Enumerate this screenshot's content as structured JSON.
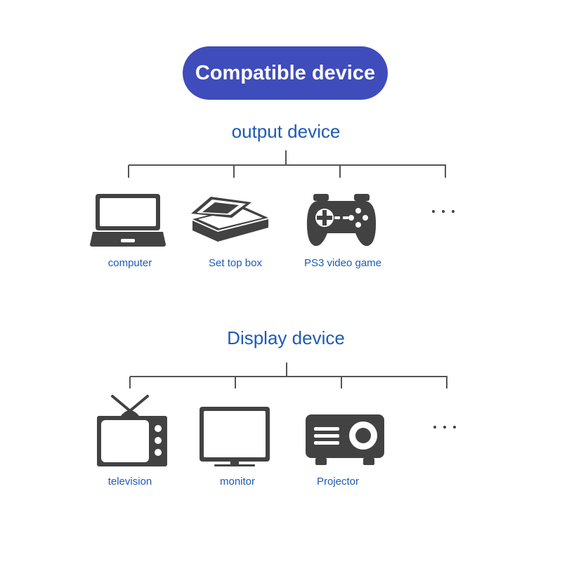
{
  "title": "Compatible device",
  "colors": {
    "pill": "#3f4cbb",
    "text": "#1d5bb5",
    "icon": "#424242",
    "line": "#555555"
  },
  "sections": [
    {
      "heading": "output device",
      "items": [
        {
          "label": "computer",
          "icon": "laptop-icon"
        },
        {
          "label": "Set top box",
          "icon": "scanner-icon"
        },
        {
          "label": "PS3 video game",
          "icon": "gamepad-icon"
        },
        {
          "label": "",
          "icon": "ellipsis-icon"
        }
      ]
    },
    {
      "heading": "Display device",
      "items": [
        {
          "label": "television",
          "icon": "television-icon"
        },
        {
          "label": "monitor",
          "icon": "monitor-icon"
        },
        {
          "label": "Projector",
          "icon": "projector-icon"
        },
        {
          "label": "",
          "icon": "ellipsis-icon"
        }
      ]
    }
  ]
}
